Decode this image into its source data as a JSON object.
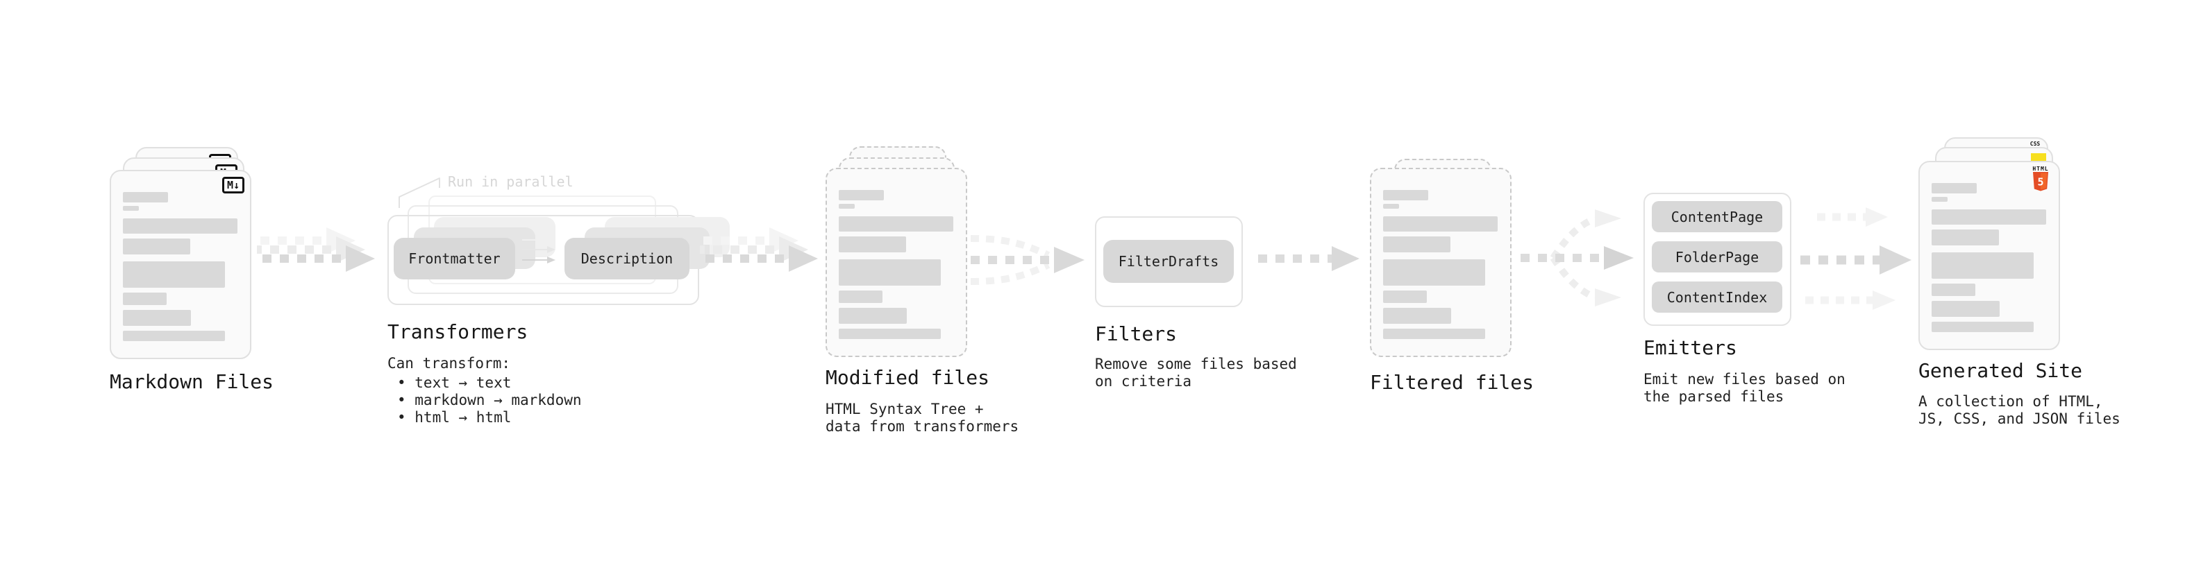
{
  "pipeline": {
    "stages": {
      "markdown": {
        "label": "Markdown Files",
        "badge": "M↓"
      },
      "transformers": {
        "label": "Transformers",
        "annotation": "Run in parallel",
        "pill_left": "Frontmatter",
        "pill_right": "Description",
        "desc_title": "Can transform:",
        "bullets": [
          "• text → text",
          "• markdown → markdown",
          "• html → html"
        ]
      },
      "modified": {
        "label": "Modified files",
        "desc_line1": "HTML Syntax Tree +",
        "desc_line2": "data from transformers"
      },
      "filters": {
        "label": "Filters",
        "pill": "FilterDrafts",
        "desc_line1": "Remove some files based",
        "desc_line2": "on criteria"
      },
      "filtered": {
        "label": "Filtered files"
      },
      "emitters": {
        "label": "Emitters",
        "pills": [
          "ContentPage",
          "FolderPage",
          "ContentIndex"
        ],
        "desc_line1": "Emit new files based on",
        "desc_line2": "the parsed files"
      },
      "generated": {
        "label": "Generated Site",
        "desc_line1": "A collection of HTML,",
        "desc_line2": "JS, CSS, and JSON files",
        "badge_css": "CSS",
        "badge_html_top": "HTML",
        "badge_html_number": "5"
      }
    },
    "colors": {
      "html5_orange": "#e44d26",
      "html5_orange_light": "#f16529",
      "js_yellow": "#f7df1e",
      "css_blue": "#2965f1",
      "arrow_dark": "#d9d9d9",
      "arrow_light": "#f2f2f2"
    }
  }
}
